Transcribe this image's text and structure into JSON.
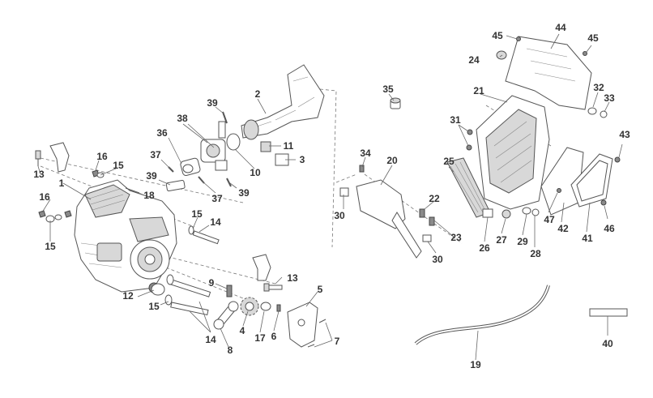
{
  "callouts": {
    "c1": "1",
    "c2": "2",
    "c3": "3",
    "c4": "4",
    "c5": "5",
    "c6": "6",
    "c7": "7",
    "c8": "8",
    "c9": "9",
    "c10": "10",
    "c11": "11",
    "c12": "12",
    "c13a": "13",
    "c13b": "13",
    "c14a": "14",
    "c14b": "14",
    "c15a": "15",
    "c15b": "15",
    "c15c": "15",
    "c15d": "15",
    "c16a": "16",
    "c16b": "16",
    "c17": "17",
    "c18": "18",
    "c19": "19",
    "c20": "20",
    "c21": "21",
    "c22": "22",
    "c23": "23",
    "c24": "24",
    "c25": "25",
    "c26": "26",
    "c27": "27",
    "c28": "28",
    "c29": "29",
    "c30a": "30",
    "c30b": "30",
    "c31": "31",
    "c32": "32",
    "c33": "33",
    "c34": "34",
    "c35": "35",
    "c36": "36",
    "c37a": "37",
    "c37b": "37",
    "c38": "38",
    "c39a": "39",
    "c39b": "39",
    "c39c": "39",
    "c40": "40",
    "c41": "41",
    "c42": "42",
    "c43": "43",
    "c44": "44",
    "c45a": "45",
    "c45b": "45",
    "c46": "46",
    "c47": "47"
  }
}
